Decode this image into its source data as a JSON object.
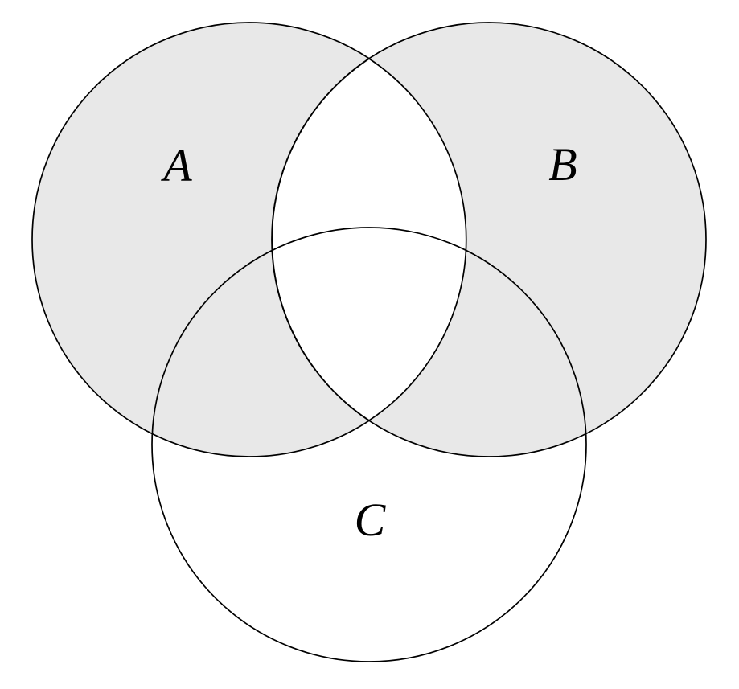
{
  "diagram": {
    "type": "venn-3-set",
    "sets": [
      {
        "label": "A",
        "shaded": true
      },
      {
        "label": "B",
        "shaded": true
      },
      {
        "label": "C",
        "shaded": false
      }
    ],
    "shaded_region": "(A ∪ B) minus (A ∩ B) — symmetric difference of A and B",
    "colors": {
      "shaded": "#e8e8e8",
      "unshaded": "#ffffff",
      "stroke": "#000000",
      "background": "#ffffff"
    }
  }
}
